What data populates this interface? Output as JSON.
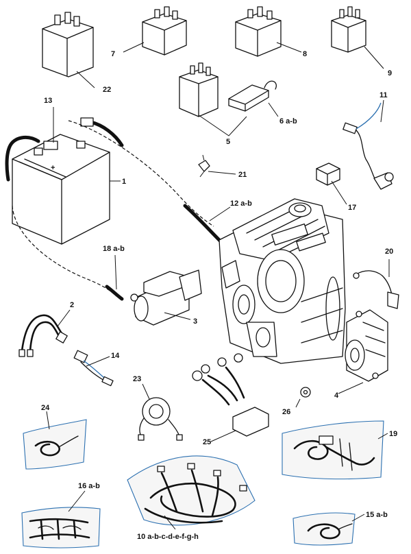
{
  "labels": {
    "p1": "1",
    "p2": "2",
    "p3": "3",
    "p4": "4",
    "p5": "5",
    "p6": "6 a-b",
    "p7": "7",
    "p8": "8",
    "p9": "9",
    "p10": "10 a-b-c-d-e-f-g-h",
    "p11": "11",
    "p12": "12 a-b",
    "p13": "13",
    "p14": "14",
    "p15": "15 a-b",
    "p16": "16 a-b",
    "p17": "17",
    "p18": "18 a-b",
    "p19": "19",
    "p20": "20",
    "p21": "21",
    "p22": "22",
    "p23": "23",
    "p24": "24",
    "p25": "25",
    "p26": "26"
  }
}
